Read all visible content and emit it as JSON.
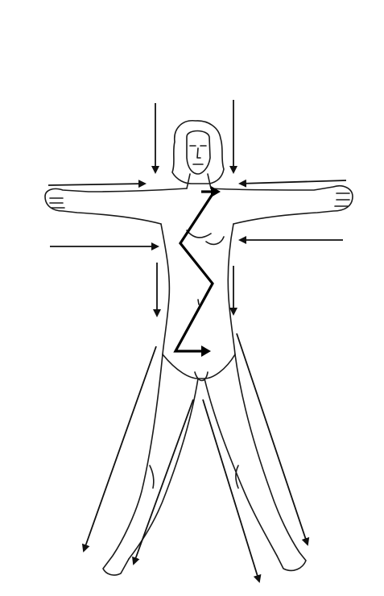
{
  "diagram": {
    "subject": "outline-human-figure-arms-outstretched",
    "background_color": "#ffffff",
    "line_color": "#1a1a1a",
    "arrow_color": "#111111",
    "arrows": [
      {
        "id": "arrow-above-left-shoulder",
        "direction": "down"
      },
      {
        "id": "arrow-above-right-shoulder",
        "direction": "down"
      },
      {
        "id": "arrow-left-arm-inward",
        "direction": "right"
      },
      {
        "id": "arrow-right-arm-inward",
        "direction": "left"
      },
      {
        "id": "arrow-left-waist-inward",
        "direction": "right"
      },
      {
        "id": "arrow-right-waist-inward",
        "direction": "left"
      },
      {
        "id": "arrow-left-hip-down",
        "direction": "down"
      },
      {
        "id": "arrow-right-hip-down",
        "direction": "down"
      },
      {
        "id": "arrow-left-leg-outer",
        "direction": "down-left"
      },
      {
        "id": "arrow-left-leg-inner",
        "direction": "down-left"
      },
      {
        "id": "arrow-right-leg-inner",
        "direction": "down-right"
      },
      {
        "id": "arrow-right-leg-outer",
        "direction": "down-right"
      }
    ],
    "zigzag": {
      "id": "zigzag-torso-arrow",
      "direction": "right"
    }
  }
}
